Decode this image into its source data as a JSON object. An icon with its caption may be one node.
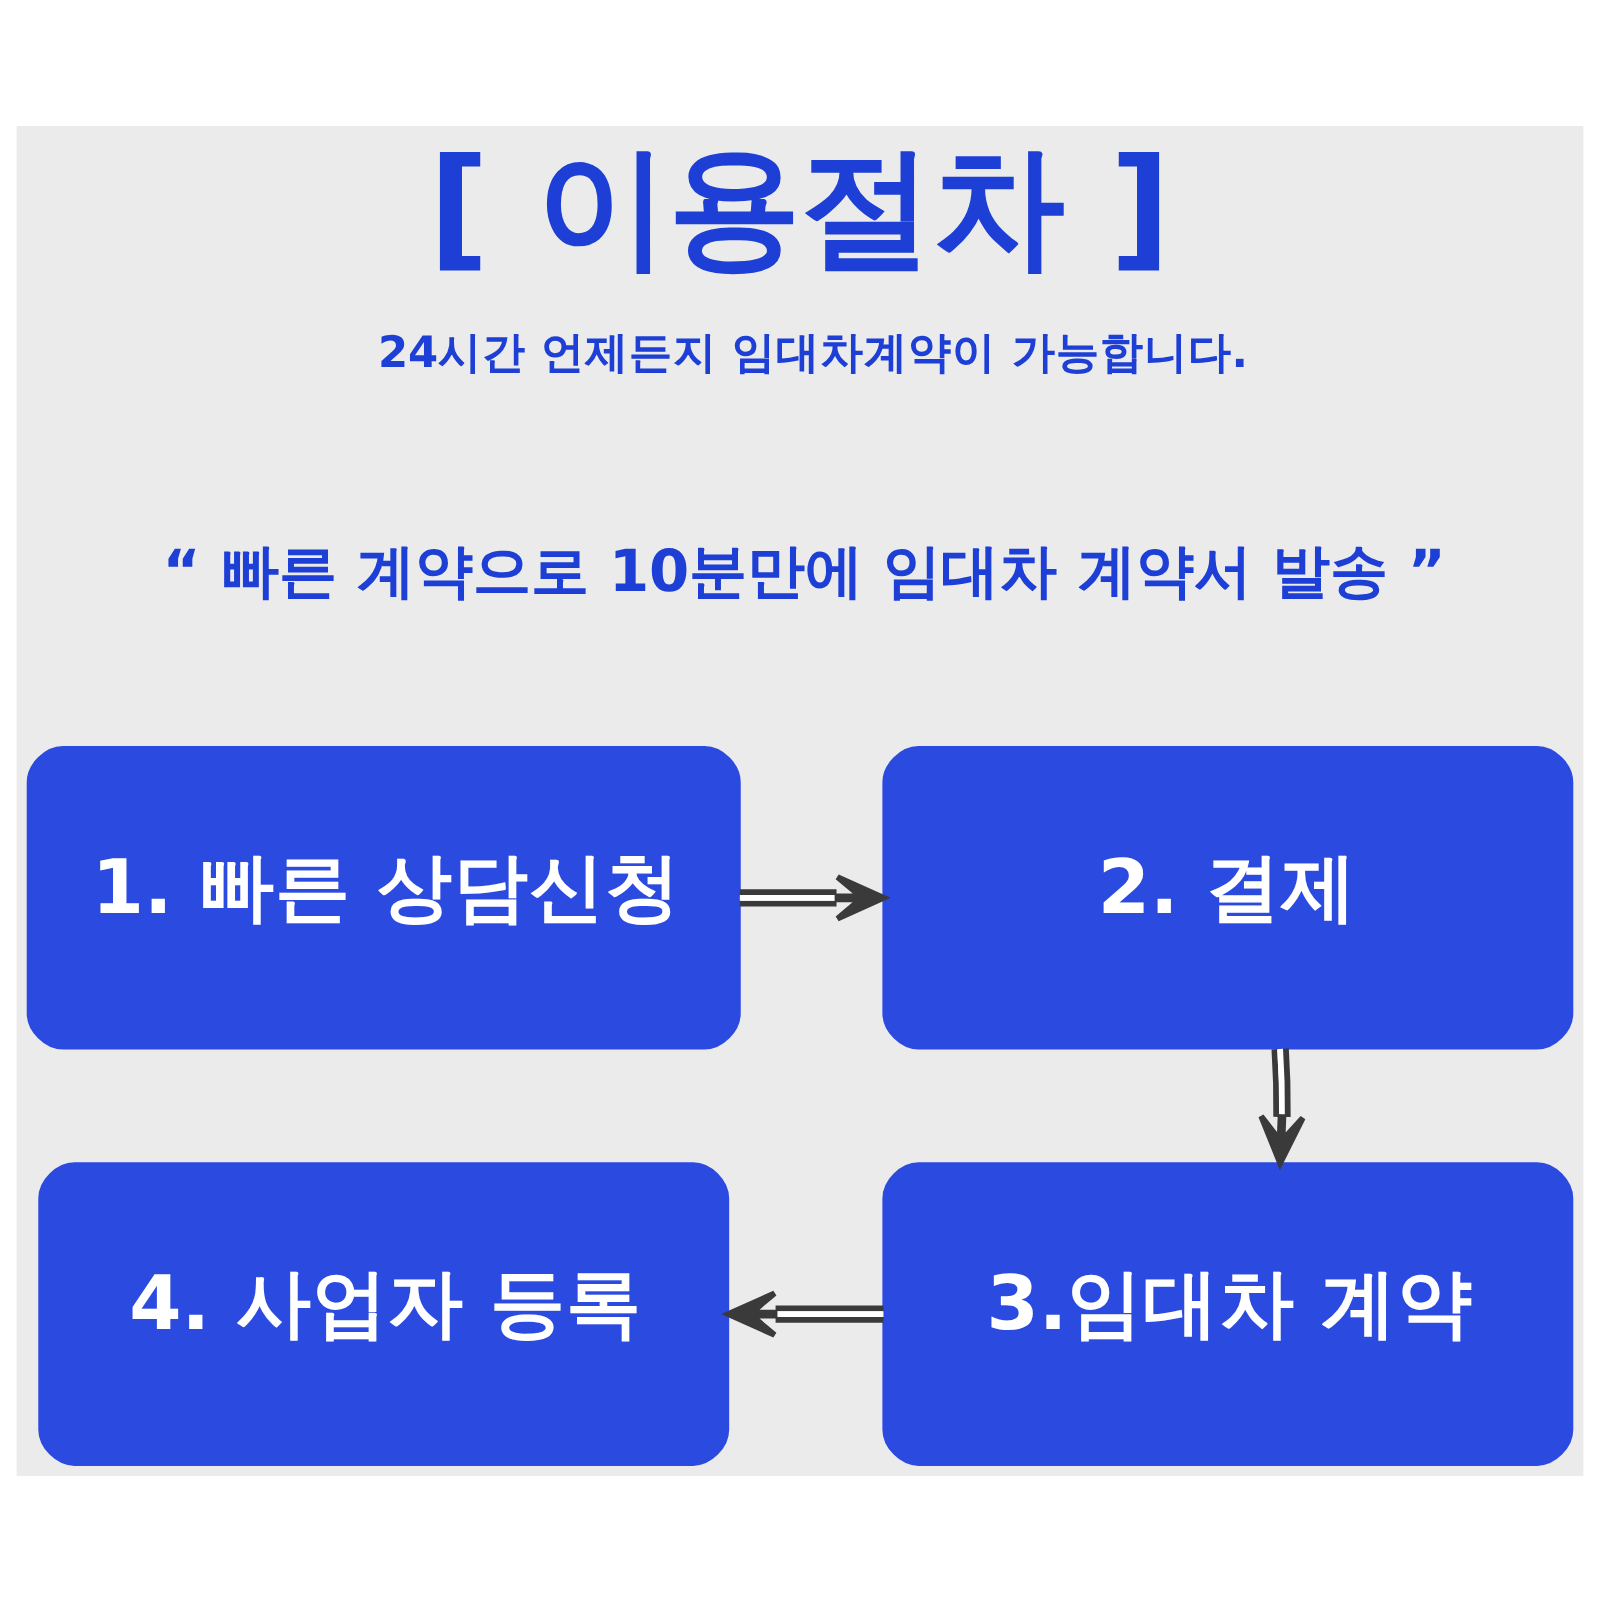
{
  "diagram": {
    "title": "[ 이용절차 ]",
    "nodes": [
      {
        "text": [
          "1. 빠른 상담신청"
        ]
      },
      {
        "text": [
          "2. 결제"
        ]
      },
      {
        "text": [
          "3.임대차 계약"
        ]
      },
      {
        "text": [
          "4. 사업자 등록"
        ]
      }
    ],
    "edges": [
      {
        "from": 0,
        "to": 1,
        "arrow": "to"
      },
      {
        "from": 1,
        "to": 2,
        "arrow": "to"
      },
      {
        "from": 2,
        "to": 3,
        "arrow": "to"
      }
    ],
    "labels": [
      "24시간 언제든지 임대차계약이 가능합니다.",
      "“ 빠른 계약으로 10분만에 임대차 계약서 발송 ”"
    ]
  }
}
